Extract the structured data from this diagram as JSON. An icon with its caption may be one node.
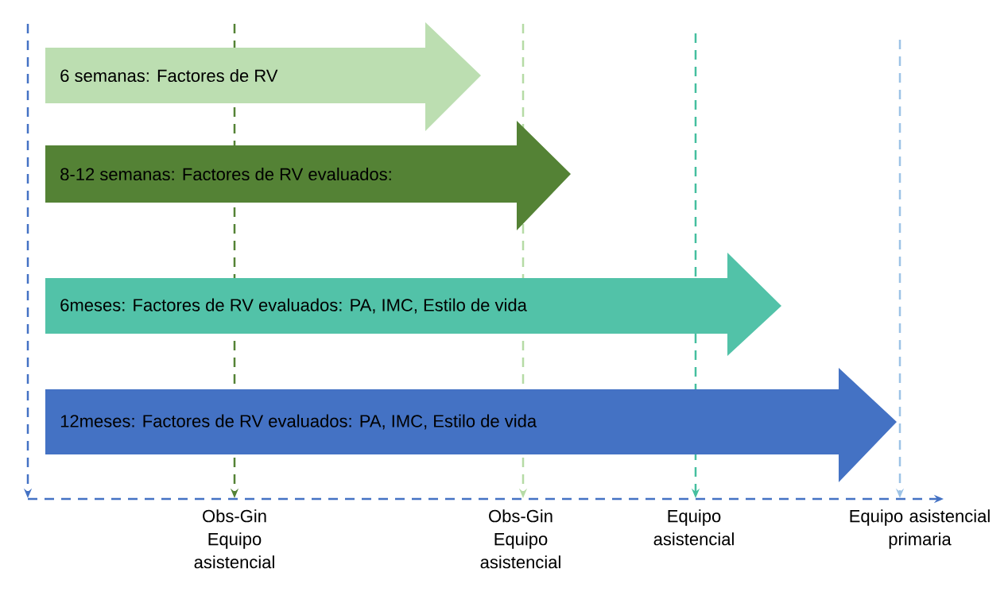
{
  "diagram": {
    "nodes": [
      {
        "text": [
          "6 semanas:  Factores de RV"
        ]
      },
      {
        "text": [
          "8-12 semanas: Factores de RV evaluados:"
        ]
      },
      {
        "text": [
          "6meses: Factores de RV evaluados: PA, IMC, Estilo de vida"
        ]
      },
      {
        "text": [
          "12meses: Factores de RV evaluados: PA, IMC, Estilo de vida"
        ]
      },
      {
        "text": [
          "Obs-Gin Equipo asistencial"
        ]
      },
      {
        "text": [
          "Obs-Gin Equipo asistencial"
        ]
      },
      {
        "text": [
          "Equipo asistencial"
        ]
      },
      {
        "text": [
          "Equipo asistencial primaria"
        ]
      }
    ],
    "edges": [
      {
        "from": null,
        "to": 4,
        "arrow": "to",
        "style": "dashed",
        "color": "#548235"
      },
      {
        "from": null,
        "to": 5,
        "arrow": "to",
        "style": "dashed",
        "color": "#b5dba5"
      },
      {
        "from": null,
        "to": 6,
        "arrow": "to",
        "style": "dashed",
        "color": "#45bf9f"
      },
      {
        "from": null,
        "to": 7,
        "arrow": "to",
        "style": "dashed",
        "color": "#9dc3e6"
      }
    ]
  }
}
